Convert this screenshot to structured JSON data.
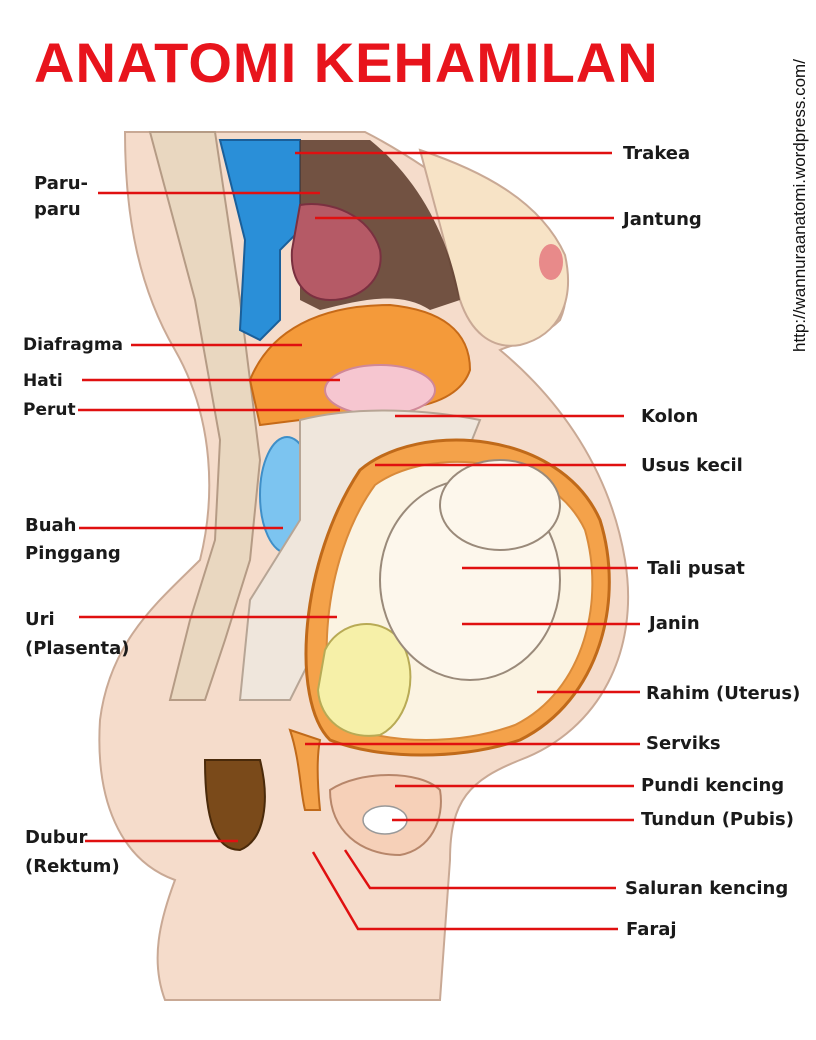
{
  "title": "ANATOMI KEHAMILAN",
  "source_url": "http://wannuraanatomi.wordpress.com/",
  "colors": {
    "title": "#e8141c",
    "leader_line": "#e01010",
    "skin": "#f5dccb",
    "spine_blue": "#2a8fd8",
    "uterus": "#f4a24a",
    "placenta": "#f6f0a8",
    "kidney": "#7cc4f0"
  },
  "labels": {
    "paru_1": "Paru-",
    "paru_2": "paru",
    "trakea": "Trakea",
    "jantung": "Jantung",
    "diafragma": "Diafragma",
    "hati": "Hati",
    "perut": "Perut",
    "kolon": "Kolon",
    "usus_kecil": "Usus kecil",
    "buah_1": "Buah",
    "buah_2": "Pinggang",
    "tali_pusat": "Tali pusat",
    "uri_1": "Uri",
    "uri_2": "(Plasenta)",
    "janin": "Janin",
    "rahim": "Rahim (Uterus)",
    "serviks": "Serviks",
    "pundi": "Pundi kencing",
    "tundun": "Tundun (Pubis)",
    "dubur_1": "Dubur",
    "dubur_2": "(Rektum)",
    "saluran": "Saluran kencing",
    "faraj": "Faraj"
  }
}
